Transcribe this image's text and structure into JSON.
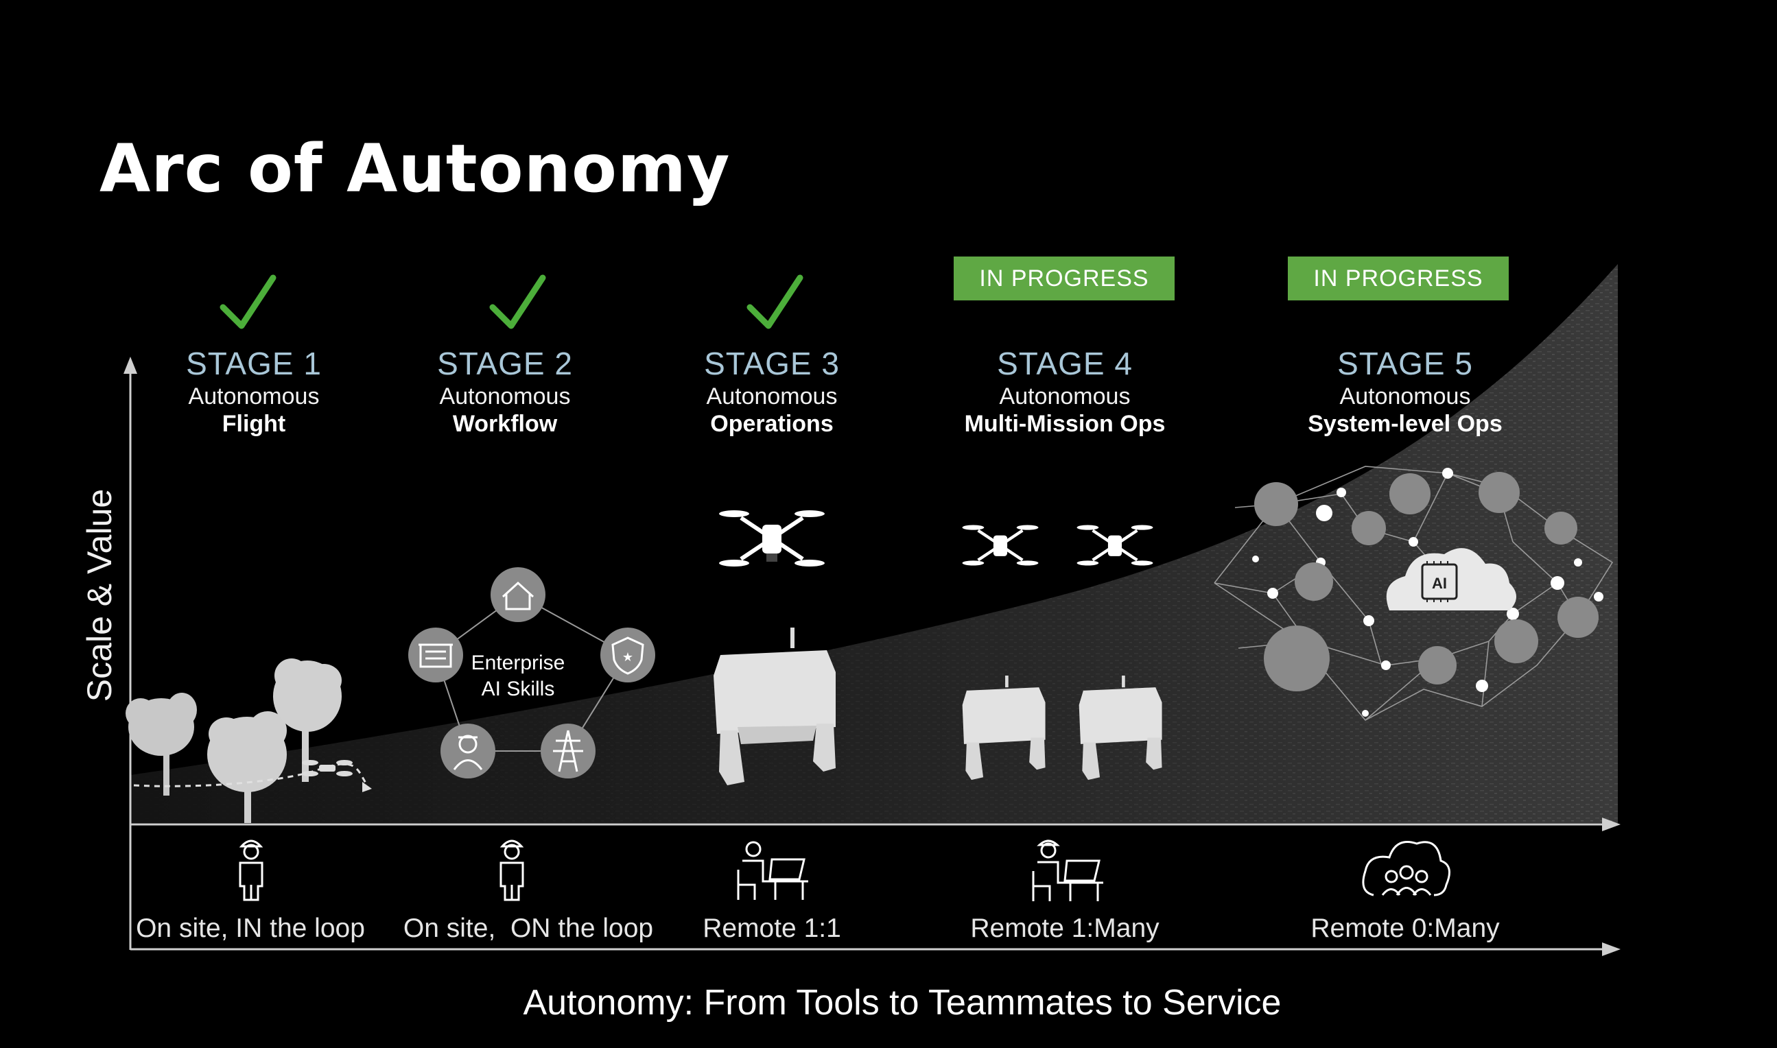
{
  "title": "Arc of Autonomy",
  "y_axis_label": "Scale & Value",
  "bottom_title": "Autonomy: From Tools to Teammates to Service",
  "colors": {
    "badge": "#5fa844",
    "check": "#4cae3a",
    "stage_number": "#a9c7d8",
    "background": "#000000"
  },
  "stages": [
    {
      "number": "STAGE 1",
      "line1": "Autonomous",
      "line2": "Flight",
      "status_icon": "check-icon",
      "operator": "On site, IN the loop"
    },
    {
      "number": "STAGE 2",
      "line1": "Autonomous",
      "line2": "Workflow",
      "status_icon": "check-icon",
      "operator": "On site,  ON the loop"
    },
    {
      "number": "STAGE 3",
      "line1": "Autonomous",
      "line2": "Operations",
      "status_icon": "check-icon",
      "operator": "Remote 1:1"
    },
    {
      "number": "STAGE 4",
      "line1": "Autonomous",
      "line2": "Multi-Mission Ops",
      "status": "IN PROGRESS",
      "operator": "Remote 1:Many"
    },
    {
      "number": "STAGE 5",
      "line1": "Autonomous",
      "line2": "System-level Ops",
      "status": "IN PROGRESS",
      "operator": "Remote 0:Many"
    }
  ],
  "skills": {
    "label_line1": "Enterprise",
    "label_line2": "AI Skills",
    "icons": [
      "home-icon",
      "police-badge-icon",
      "power-tower-icon",
      "worker-icon",
      "storefront-icon"
    ]
  },
  "network": {
    "center_label": "AI"
  }
}
